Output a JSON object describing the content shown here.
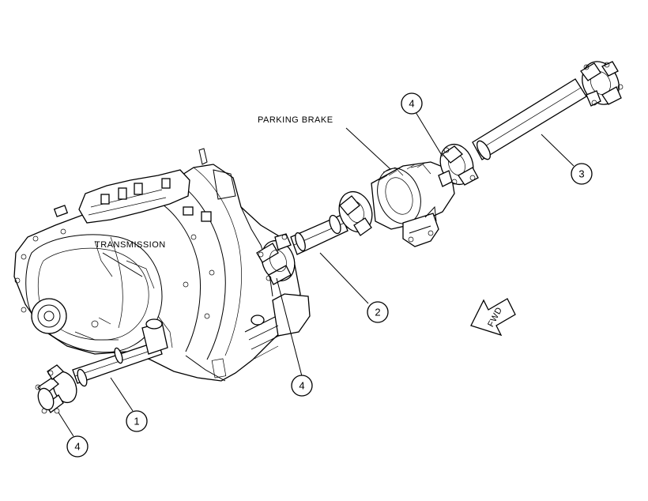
{
  "labels": {
    "transmission": "TRANSMISSION",
    "parking_brake": "PARKING BRAKE",
    "fwd": "FWD"
  },
  "callouts": [
    {
      "id": "1",
      "text": "1"
    },
    {
      "id": "2",
      "text": "2"
    },
    {
      "id": "3",
      "text": "3"
    },
    {
      "id": "4a",
      "text": "4"
    },
    {
      "id": "4b",
      "text": "4"
    },
    {
      "id": "4c",
      "text": "4"
    }
  ]
}
